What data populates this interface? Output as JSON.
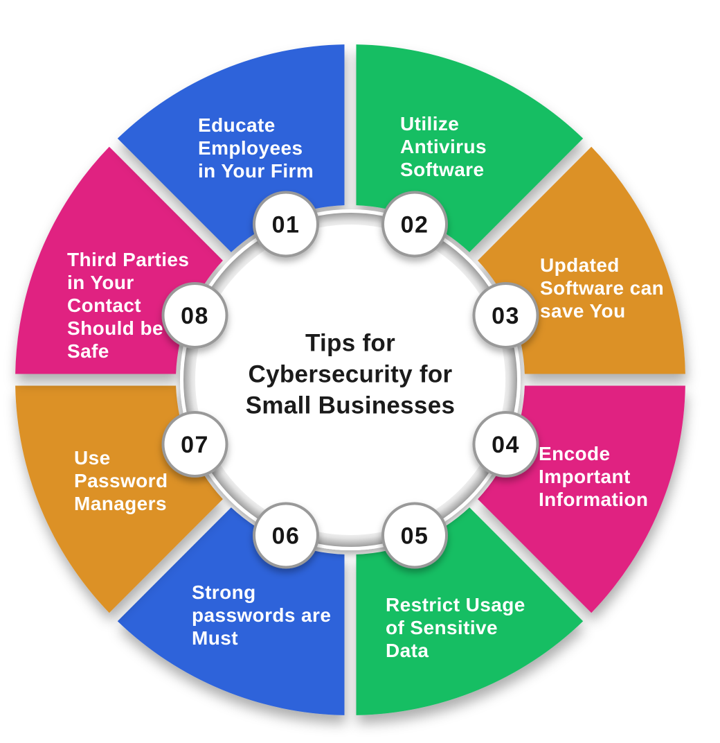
{
  "title": {
    "lines": [
      "Tips for",
      "Cybersecurity for",
      "Small Businesses"
    ]
  },
  "colors": {
    "blue": "#2E63DA",
    "green": "#17BE63",
    "orange": "#DC9128",
    "pink": "#E02381",
    "badge_border": "#999999",
    "badge_fill": "#FFFFFF",
    "badge_text": "#161616",
    "label_text": "#FFFFFF",
    "title_text": "#1B1B1B"
  },
  "segments": [
    {
      "number": "02",
      "color_key": "green",
      "label_lines": [
        "Utilize",
        "Antivirus",
        "Software"
      ]
    },
    {
      "number": "03",
      "color_key": "orange",
      "label_lines": [
        "Updated",
        "Software can",
        "save You"
      ]
    },
    {
      "number": "04",
      "color_key": "pink",
      "label_lines": [
        "Encode",
        "Important",
        "Information"
      ]
    },
    {
      "number": "05",
      "color_key": "green",
      "label_lines": [
        "Restrict Usage",
        "of Sensitive",
        "Data"
      ]
    },
    {
      "number": "06",
      "color_key": "blue",
      "label_lines": [
        "Strong",
        "passwords are",
        "Must"
      ]
    },
    {
      "number": "07",
      "color_key": "orange",
      "label_lines": [
        "Use",
        "Password",
        "Managers"
      ]
    },
    {
      "number": "08",
      "color_key": "pink",
      "label_lines": [
        "Third Parties",
        "in Your",
        "Contact",
        "Should be",
        "Safe"
      ]
    },
    {
      "number": "01",
      "color_key": "blue",
      "label_lines": [
        "Educate",
        "Employees",
        "in Your Firm"
      ]
    }
  ]
}
